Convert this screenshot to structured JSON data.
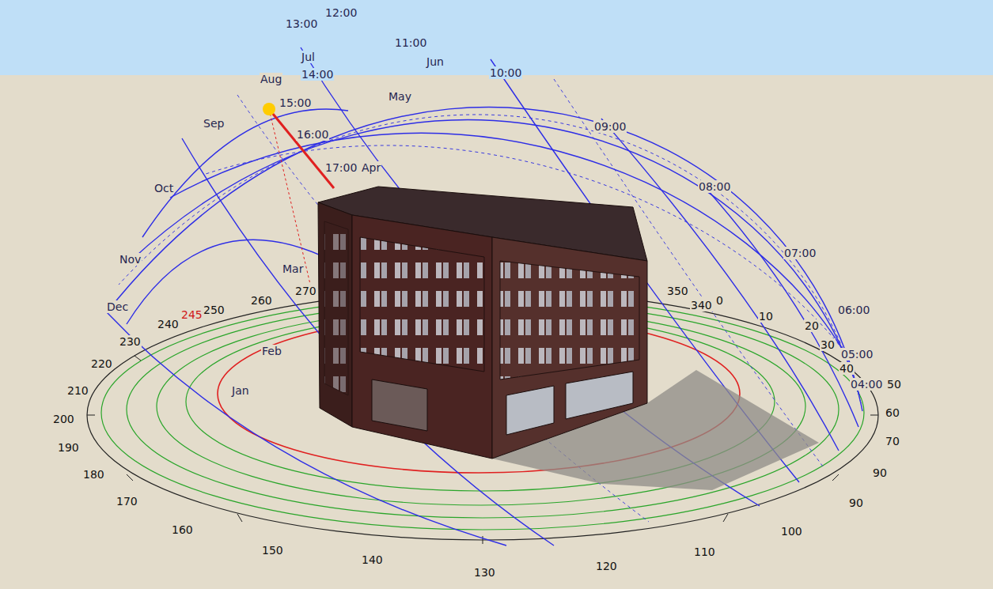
{
  "diagram": {
    "labels": [
      "13:00",
      "12:00",
      "11:00",
      "Jun",
      "10:00",
      "May",
      "09:00",
      "08:00",
      "07:00",
      "06:00",
      "05:00",
      "04:00",
      "Jul",
      "14:00",
      "Aug",
      "15:00",
      "Sep",
      "16:00",
      "17:00",
      "Apr",
      "Oct",
      "Nov",
      "Dec",
      "Mar",
      "Feb",
      "Jan",
      "350",
      "340",
      "0",
      "10",
      "20",
      "30",
      "40",
      "50",
      "60",
      "70",
      "90",
      "90",
      "100",
      "110",
      "120",
      "130",
      "140",
      "150",
      "160",
      "170",
      "180",
      "190",
      "200",
      "210",
      "220",
      "230",
      "240",
      "245",
      "250",
      "260",
      "270"
    ]
  }
}
